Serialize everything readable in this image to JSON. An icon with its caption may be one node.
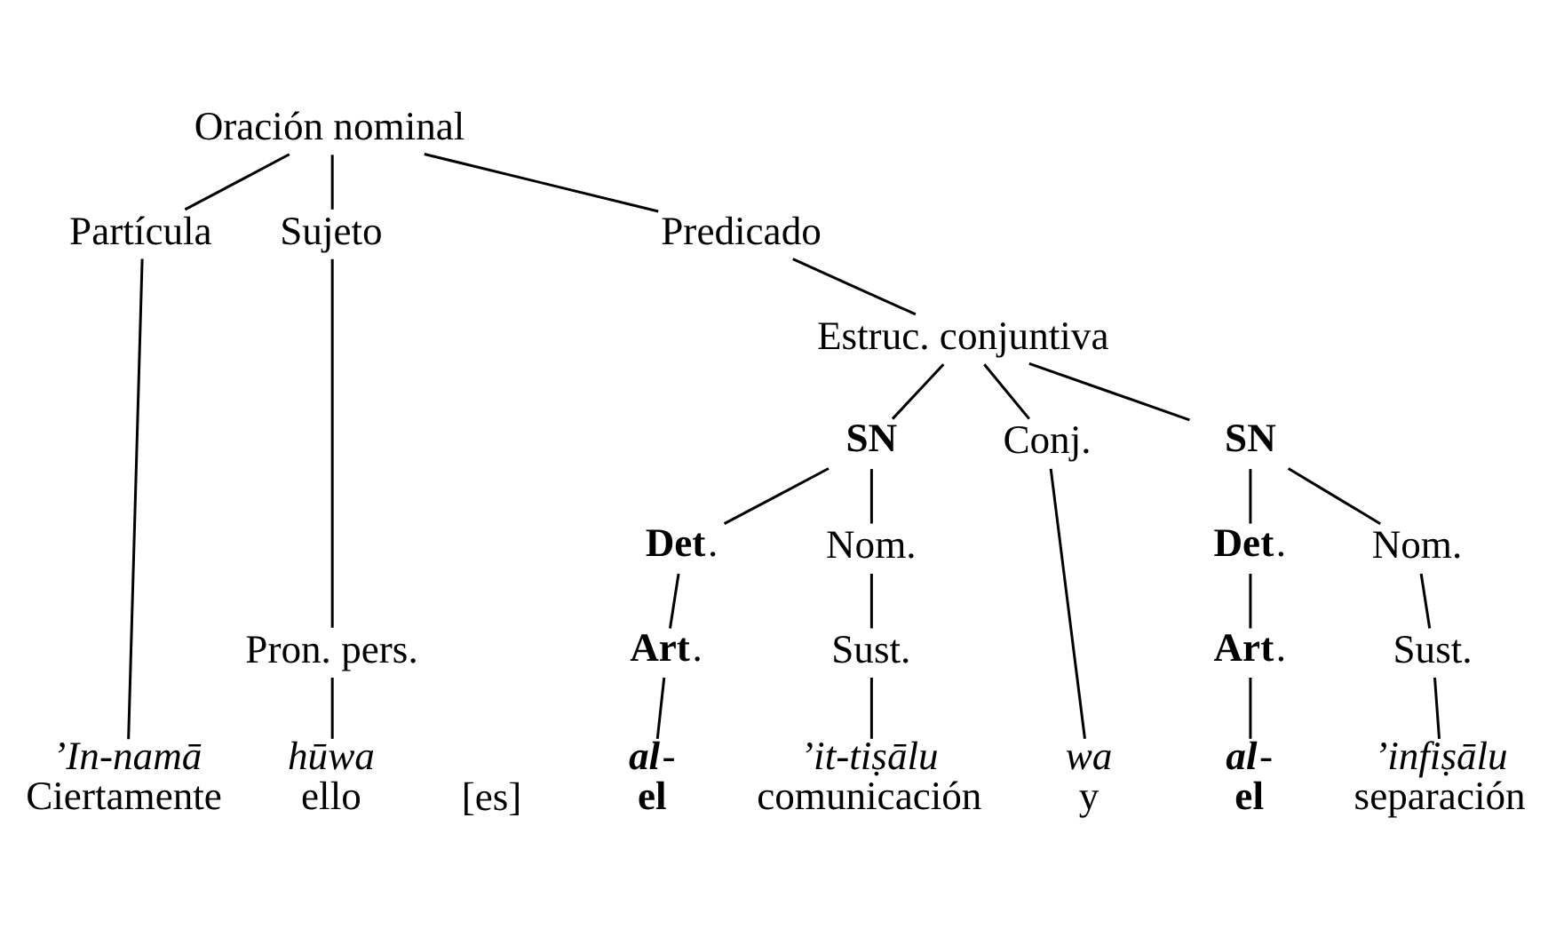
{
  "diagram": {
    "nodes": [
      {
        "text": [
          "Oración nominal"
        ]
      },
      {
        "text": [
          "Partícula"
        ]
      },
      {
        "text": [
          "Sujeto"
        ]
      },
      {
        "text": [
          "Predicado"
        ]
      },
      {
        "text": [
          "Estruc. conjuntiva"
        ]
      },
      {
        "text": [
          "SN"
        ]
      },
      {
        "text": [
          "Conj."
        ]
      },
      {
        "text": [
          "SN"
        ]
      },
      {
        "text": [
          "**Det**."
        ]
      },
      {
        "text": [
          "Nom."
        ]
      },
      {
        "text": [
          "**Det**."
        ]
      },
      {
        "text": [
          "Nom."
        ]
      },
      {
        "text": [
          "Pron. pers."
        ]
      },
      {
        "text": [
          "**Art**."
        ]
      },
      {
        "text": [
          "Sust."
        ]
      },
      {
        "text": [
          "**Art**."
        ]
      },
      {
        "text": [
          "Sust."
        ]
      },
      {
        "text": [
          "’In-namā",
          "Ciertamente"
        ]
      },
      {
        "text": [
          "hūwa",
          "ello"
        ]
      },
      {
        "text": [
          "**al**-",
          "el"
        ]
      },
      {
        "text": [
          "’it-tiṣālu",
          "comunicación"
        ]
      },
      {
        "text": [
          "wa",
          "y"
        ]
      },
      {
        "text": [
          "**al**-",
          "el"
        ]
      },
      {
        "text": [
          "’infiṣālu",
          "separación"
        ]
      }
    ],
    "edges": [
      {
        "from": 0,
        "to": 1,
        "arrow": "none"
      },
      {
        "from": 0,
        "to": 2,
        "arrow": "none"
      },
      {
        "from": 0,
        "to": 3,
        "arrow": "none"
      },
      {
        "from": 3,
        "to": 4,
        "arrow": "none"
      },
      {
        "from": 4,
        "to": 5,
        "arrow": "none"
      },
      {
        "from": 4,
        "to": 6,
        "arrow": "none"
      },
      {
        "from": 4,
        "to": 7,
        "arrow": "none"
      },
      {
        "from": 5,
        "to": 8,
        "arrow": "none"
      },
      {
        "from": 5,
        "to": 9,
        "arrow": "none"
      },
      {
        "from": 7,
        "to": 10,
        "arrow": "none"
      },
      {
        "from": 7,
        "to": 11,
        "arrow": "none"
      },
      {
        "from": 1,
        "to": 17,
        "arrow": "none"
      },
      {
        "from": 2,
        "to": 12,
        "arrow": "none"
      },
      {
        "from": 12,
        "to": 18,
        "arrow": "none"
      },
      {
        "from": 8,
        "to": 13,
        "arrow": "none"
      },
      {
        "from": 9,
        "to": 14,
        "arrow": "none"
      },
      {
        "from": 13,
        "to": 19,
        "arrow": "none"
      },
      {
        "from": 14,
        "to": 20,
        "arrow": "none"
      },
      {
        "from": 6,
        "to": 21,
        "arrow": "none"
      },
      {
        "from": 10,
        "to": 15,
        "arrow": "none"
      },
      {
        "from": 11,
        "to": 16,
        "arrow": "none"
      },
      {
        "from": 15,
        "to": 22,
        "arrow": "none"
      },
      {
        "from": 16,
        "to": 23,
        "arrow": "none"
      }
    ],
    "labels": [
      "[es]"
    ]
  }
}
